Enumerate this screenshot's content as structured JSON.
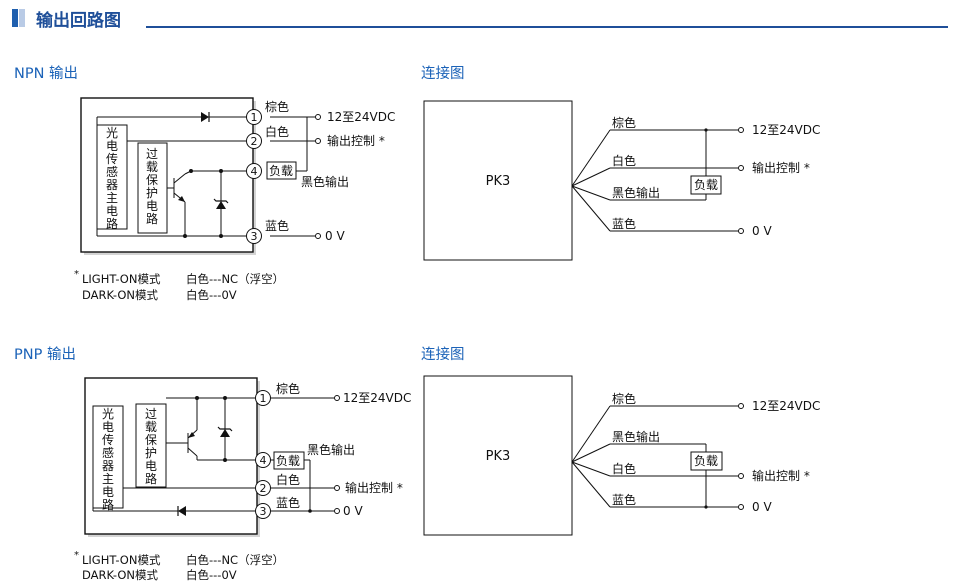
{
  "header": {
    "title": "输出回路图"
  },
  "npn": {
    "title": "NPN 输出",
    "conn_title": "连接图",
    "circuit_main": "光电传感器主电路",
    "circuit_protect": "过载保护电路",
    "pins": [
      "1",
      "2",
      "4",
      "3"
    ],
    "wire_brown": "棕色",
    "wire_white": "白色",
    "wire_blue": "蓝色",
    "load": "负载",
    "black_output": "黑色输出",
    "v_supply": "12至24VDC",
    "output_control": "输出控制 *",
    "zero_v": "0 V",
    "notes": {
      "asterisk": "*",
      "light_on": "LIGHT-ON模式",
      "light_on_val": "白色---NC（浮空）",
      "dark_on": "DARK-ON模式",
      "dark_on_val": "白色---0V"
    },
    "conn": {
      "box_label": "PK3",
      "wire_brown": "棕色",
      "wire_white": "白色",
      "wire_black": "黑色输出",
      "wire_blue": "蓝色",
      "load": "负载",
      "v_supply": "12至24VDC",
      "output_control": "输出控制 *",
      "zero_v": "0 V"
    }
  },
  "pnp": {
    "title": "PNP 输出",
    "conn_title": "连接图",
    "circuit_main": "光电传感器主电路",
    "circuit_protect": "过载保护电路",
    "pins": [
      "1",
      "4",
      "2",
      "3"
    ],
    "wire_brown": "棕色",
    "wire_white": "白色",
    "wire_blue": "蓝色",
    "load": "负载",
    "black_output": "黑色输出",
    "v_supply": "12至24VDC",
    "output_control": "输出控制 *",
    "zero_v": "0 V",
    "notes": {
      "asterisk": "*",
      "light_on": "LIGHT-ON模式",
      "light_on_val": "白色---NC（浮空）",
      "dark_on": "DARK-ON模式",
      "dark_on_val": "白色---0V"
    },
    "conn": {
      "box_label": "PK3",
      "wire_brown": "棕色",
      "wire_black": "黑色输出",
      "wire_white": "白色",
      "wire_blue": "蓝色",
      "load": "负载",
      "v_supply": "12至24VDC",
      "output_control": "输出控制 *",
      "zero_v": "0 V"
    }
  }
}
